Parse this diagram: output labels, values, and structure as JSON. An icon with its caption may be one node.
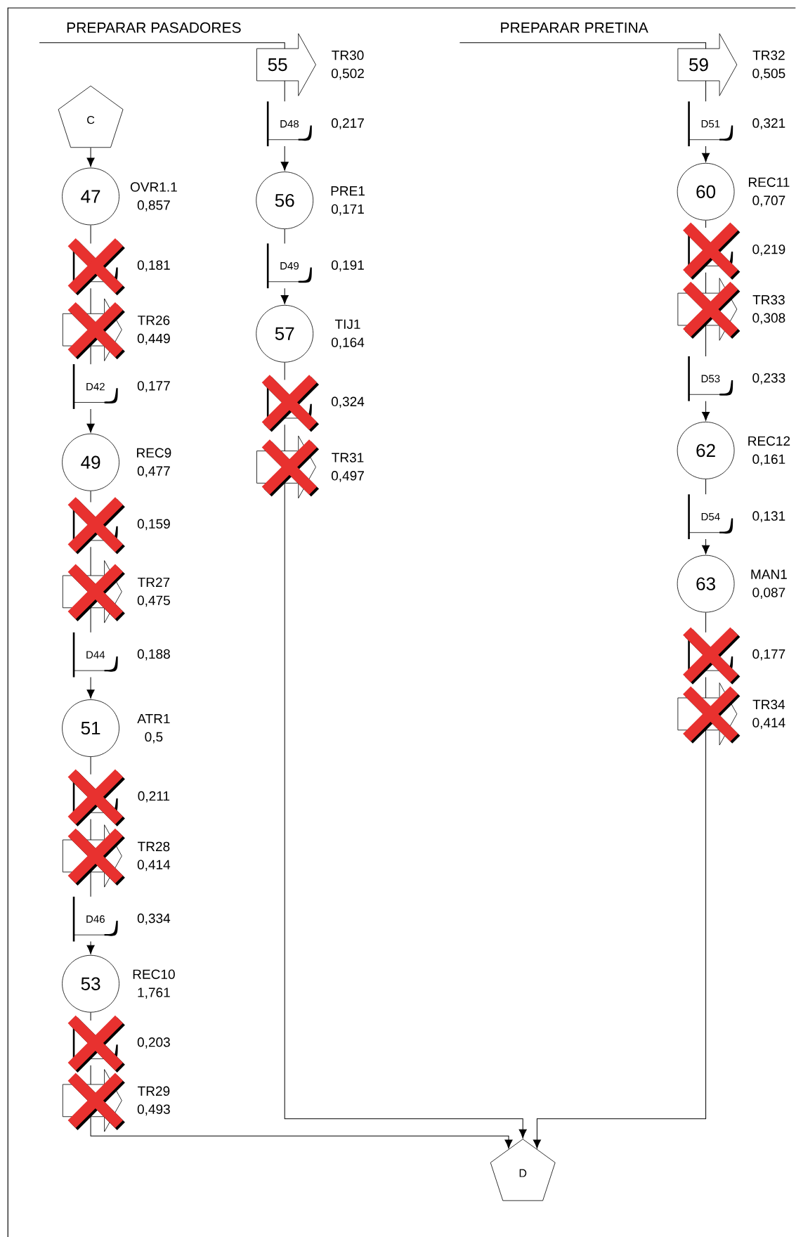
{
  "diagram": {
    "nodes": [
      {
        "text": [
          "C"
        ]
      },
      {
        "text": [
          "47"
        ],
        "beside": [
          "OVR1.1",
          "0,857"
        ]
      },
      {
        "text": [],
        "shape": "delay",
        "beside": [
          "0,181"
        ]
      },
      {
        "text": [],
        "shape": "arrow",
        "beside": [
          "TR26",
          "0,449"
        ]
      },
      {
        "text": [
          "D42"
        ],
        "beside": [
          "0,177"
        ]
      },
      {
        "text": [
          "49"
        ],
        "beside": [
          "REC9",
          "0,477"
        ]
      },
      {
        "text": [],
        "shape": "delay",
        "beside": [
          "0,159"
        ]
      },
      {
        "text": [],
        "shape": "arrow",
        "beside": [
          "TR27",
          "0,475"
        ]
      },
      {
        "text": [
          "D44"
        ],
        "beside": [
          "0,188"
        ]
      },
      {
        "text": [
          "51"
        ],
        "beside": [
          "ATR1",
          "0,5"
        ]
      },
      {
        "text": [],
        "shape": "delay",
        "beside": [
          "0,211"
        ]
      },
      {
        "text": [],
        "shape": "arrow",
        "beside": [
          "TR28",
          "0,414"
        ]
      },
      {
        "text": [
          "D46"
        ],
        "beside": [
          "0,334"
        ]
      },
      {
        "text": [
          "53"
        ],
        "beside": [
          "REC10",
          "1,761"
        ]
      },
      {
        "text": [],
        "shape": "delay",
        "beside": [
          "0,203"
        ]
      },
      {
        "text": [],
        "shape": "arrow",
        "beside": [
          "TR29",
          "0,493"
        ]
      },
      {
        "text": [
          "55"
        ],
        "beside": [
          "TR30",
          "0,502"
        ]
      },
      {
        "text": [
          "D48"
        ],
        "beside": [
          "0,217"
        ]
      },
      {
        "text": [
          "56"
        ],
        "beside": [
          "PRE1",
          "0,171"
        ]
      },
      {
        "text": [
          "D49"
        ],
        "beside": [
          "0,191"
        ]
      },
      {
        "text": [
          "57"
        ],
        "beside": [
          "TIJ1",
          "0,164"
        ]
      },
      {
        "text": [],
        "shape": "delay",
        "beside": [
          "0,324"
        ]
      },
      {
        "text": [],
        "shape": "arrow",
        "beside": [
          "TR31",
          "0,497"
        ]
      },
      {
        "text": [
          "59"
        ],
        "beside": [
          "TR32",
          "0,505"
        ]
      },
      {
        "text": [
          "D51"
        ],
        "beside": [
          "0,321"
        ]
      },
      {
        "text": [
          "60"
        ],
        "beside": [
          "REC11",
          "0,707"
        ]
      },
      {
        "text": [],
        "shape": "delay",
        "beside": [
          "0,219"
        ]
      },
      {
        "text": [],
        "shape": "arrow",
        "beside": [
          "TR33",
          "0,308"
        ]
      },
      {
        "text": [
          "D53"
        ],
        "beside": [
          "0,233"
        ]
      },
      {
        "text": [
          "62"
        ],
        "beside": [
          "REC12",
          "0,161"
        ]
      },
      {
        "text": [
          "D54"
        ],
        "beside": [
          "0,131"
        ]
      },
      {
        "text": [
          "63"
        ],
        "beside": [
          "MAN1",
          "0,087"
        ]
      },
      {
        "text": [],
        "shape": "delay",
        "beside": [
          "0,177"
        ]
      },
      {
        "text": [],
        "shape": "arrow",
        "beside": [
          "TR34",
          "0,414"
        ]
      },
      {
        "text": [
          "D"
        ]
      }
    ],
    "edges": [
      {
        "from": null,
        "to": 16,
        "arrow": "none",
        "label": "PREPARAR PASADORES"
      },
      {
        "from": null,
        "to": 23,
        "arrow": "none",
        "label": "PREPARAR PRETINA"
      },
      {
        "from": 0,
        "to": 1,
        "arrow": "to"
      },
      {
        "from": 1,
        "to": 2,
        "arrow": "none"
      },
      {
        "from": 2,
        "to": 3,
        "arrow": "none"
      },
      {
        "from": 3,
        "to": 4,
        "arrow": "none"
      },
      {
        "from": 4,
        "to": 5,
        "arrow": "to"
      },
      {
        "from": 5,
        "to": 6,
        "arrow": "none"
      },
      {
        "from": 6,
        "to": 7,
        "arrow": "none"
      },
      {
        "from": 7,
        "to": 8,
        "arrow": "none"
      },
      {
        "from": 8,
        "to": 9,
        "arrow": "to"
      },
      {
        "from": 9,
        "to": 10,
        "arrow": "none"
      },
      {
        "from": 10,
        "to": 11,
        "arrow": "none"
      },
      {
        "from": 11,
        "to": 12,
        "arrow": "none"
      },
      {
        "from": 12,
        "to": 13,
        "arrow": "to"
      },
      {
        "from": 13,
        "to": 14,
        "arrow": "none"
      },
      {
        "from": 14,
        "to": 15,
        "arrow": "none"
      },
      {
        "from": 15,
        "to": 34,
        "arrow": "to"
      },
      {
        "from": 16,
        "to": 17,
        "arrow": "none"
      },
      {
        "from": 17,
        "to": 18,
        "arrow": "to"
      },
      {
        "from": 18,
        "to": 19,
        "arrow": "none"
      },
      {
        "from": 19,
        "to": 20,
        "arrow": "to"
      },
      {
        "from": 20,
        "to": 21,
        "arrow": "none"
      },
      {
        "from": 21,
        "to": 22,
        "arrow": "none"
      },
      {
        "from": 22,
        "to": 34,
        "arrow": "to"
      },
      {
        "from": 23,
        "to": 24,
        "arrow": "none"
      },
      {
        "from": 24,
        "to": 25,
        "arrow": "to"
      },
      {
        "from": 25,
        "to": 26,
        "arrow": "none"
      },
      {
        "from": 26,
        "to": 27,
        "arrow": "none"
      },
      {
        "from": 27,
        "to": 28,
        "arrow": "none"
      },
      {
        "from": 28,
        "to": 29,
        "arrow": "to"
      },
      {
        "from": 29,
        "to": 30,
        "arrow": "none"
      },
      {
        "from": 30,
        "to": 31,
        "arrow": "to"
      },
      {
        "from": 31,
        "to": 32,
        "arrow": "none"
      },
      {
        "from": 32,
        "to": 33,
        "arrow": "none"
      },
      {
        "from": 33,
        "to": 34,
        "arrow": "to"
      }
    ]
  }
}
